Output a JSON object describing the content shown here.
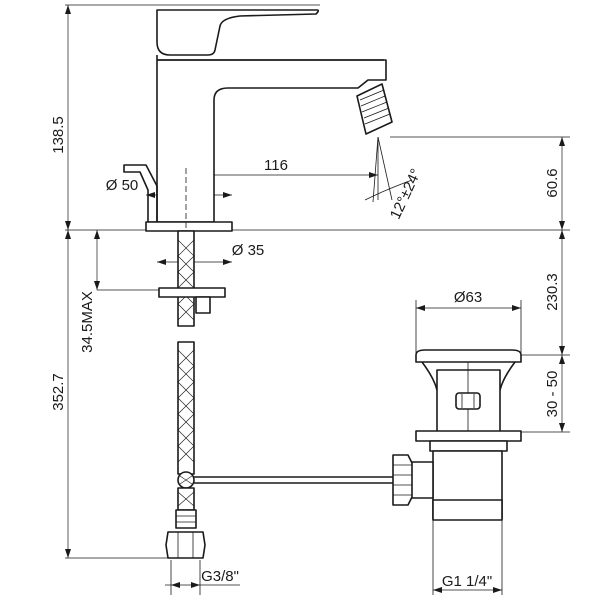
{
  "dimensions": {
    "faucet_height": "138.5",
    "spout_reach": "116",
    "spout_height": "60.6",
    "base_diameter": "Ø 50",
    "shank_diameter": "Ø 35",
    "spray_angle": "12°±24°",
    "deck_thickness": "34.5MAX",
    "overall_height": "352.7",
    "waste_to_spout": "230.3",
    "waste_diameter": "Ø63",
    "waste_adjust": "30 - 50",
    "supply_thread": "G3/8\"",
    "waste_thread": "G1 1/4\""
  }
}
